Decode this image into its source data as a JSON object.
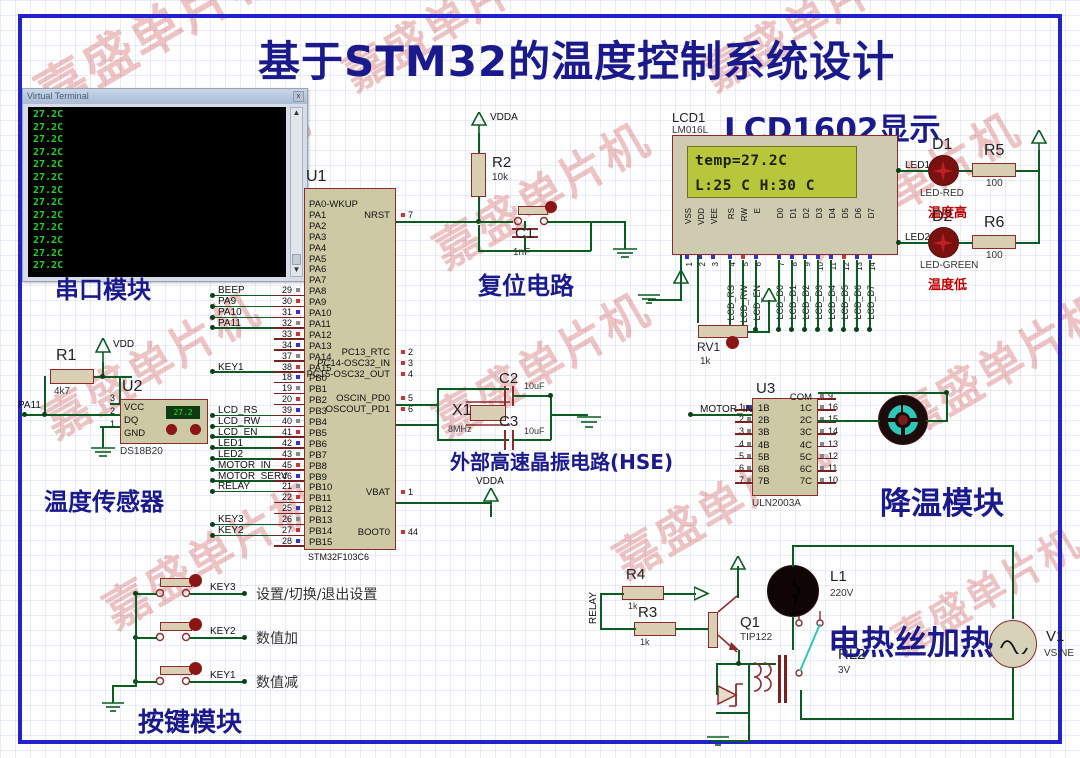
{
  "page": {
    "title": "基于STM32的温度控制系统设计",
    "border_color": "#2222cc",
    "watermark_text": "嘉盛单片机"
  },
  "virtual_terminal": {
    "window_title": "Virtual Terminal",
    "close_label": "x",
    "lines": [
      "27.2C",
      "27.2C",
      "27.2C",
      "27.2C",
      "27.2C",
      "27.2C",
      "27.2C",
      "27.2C",
      "27.2C",
      "27.2C",
      "27.2C",
      "27.2C",
      "27.2C"
    ],
    "module_label": "串口模块"
  },
  "lcd": {
    "ref": "LCD1",
    "part": "LM016L",
    "heading": "LCD1602显示",
    "line1": "temp=27.2C",
    "line2": "L:25 C   H:30 C",
    "power_pins": [
      "VSS",
      "VDD",
      "VEE"
    ],
    "ctrl_pins": [
      "RS",
      "RW",
      "E"
    ],
    "data_pins": [
      "D0",
      "D1",
      "D2",
      "D3",
      "D4",
      "D5",
      "D6",
      "D7"
    ],
    "pin_numbers": [
      "1",
      "2",
      "3",
      "4",
      "5",
      "6",
      "7",
      "8",
      "9",
      "10",
      "11",
      "12",
      "13",
      "14"
    ],
    "nets": [
      "LCD_RS",
      "LCD_RW",
      "LCD_EN",
      "LCD_D0",
      "LCD_D1",
      "LCD_D2",
      "LCD_D3",
      "LCD_D4",
      "LCD_D5",
      "LCD_D6",
      "LCD_D7"
    ],
    "contrast_pot": {
      "ref": "RV1",
      "value": "1k"
    }
  },
  "mcu": {
    "ref": "U1",
    "part": "STM32F103C6",
    "left_pins": [
      {
        "name": "PA0-WKUP",
        "num": "",
        "net": ""
      },
      {
        "name": "PA1",
        "num": "",
        "net": ""
      },
      {
        "name": "PA2",
        "num": "",
        "net": ""
      },
      {
        "name": "PA3",
        "num": "",
        "net": ""
      },
      {
        "name": "PA4",
        "num": "",
        "net": ""
      },
      {
        "name": "PA5",
        "num": "",
        "net": ""
      },
      {
        "name": "PA6",
        "num": "",
        "net": ""
      },
      {
        "name": "PA7",
        "num": "",
        "net": ""
      },
      {
        "name": "PA8",
        "num": "29",
        "net": "BEEP"
      },
      {
        "name": "PA9",
        "num": "30",
        "net": "PA9"
      },
      {
        "name": "PA10",
        "num": "31",
        "net": "PA10"
      },
      {
        "name": "PA11",
        "num": "32",
        "net": "PA11"
      },
      {
        "name": "PA12",
        "num": "33",
        "net": ""
      },
      {
        "name": "PA13",
        "num": "34",
        "net": ""
      },
      {
        "name": "PA14",
        "num": "37",
        "net": ""
      },
      {
        "name": "PA15",
        "num": "38",
        "net": "KEY1"
      },
      {
        "name": "PB0",
        "num": "18",
        "net": ""
      },
      {
        "name": "PB1",
        "num": "19",
        "net": ""
      },
      {
        "name": "PB2",
        "num": "20",
        "net": ""
      },
      {
        "name": "PB3",
        "num": "39",
        "net": "LCD_RS"
      },
      {
        "name": "PB4",
        "num": "40",
        "net": "LCD_RW"
      },
      {
        "name": "PB5",
        "num": "41",
        "net": "LCD_EN"
      },
      {
        "name": "PB6",
        "num": "42",
        "net": "LED1"
      },
      {
        "name": "PB7",
        "num": "43",
        "net": "LED2"
      },
      {
        "name": "PB8",
        "num": "45",
        "net": "MOTOR_IN"
      },
      {
        "name": "PB9",
        "num": "46",
        "net": "MOTOR_SERV"
      },
      {
        "name": "PB10",
        "num": "21",
        "net": "RELAY"
      },
      {
        "name": "PB11",
        "num": "22",
        "net": ""
      },
      {
        "name": "PB12",
        "num": "25",
        "net": ""
      },
      {
        "name": "PB13",
        "num": "26",
        "net": "KEY3"
      },
      {
        "name": "PB14",
        "num": "27",
        "net": "KEY2"
      },
      {
        "name": "PB15",
        "num": "28",
        "net": ""
      }
    ],
    "right_pins": [
      {
        "name": "NRST",
        "num": "7"
      },
      {
        "name": "PC13_RTC",
        "num": "2"
      },
      {
        "name": "PC14-OSC32_IN",
        "num": "3"
      },
      {
        "name": "PC15-OSC32_OUT",
        "num": "4"
      },
      {
        "name": "OSCIN_PD0",
        "num": "5"
      },
      {
        "name": "OSCOUT_PD1",
        "num": "6"
      },
      {
        "name": "VBAT",
        "num": "1"
      },
      {
        "name": "BOOT0",
        "num": "44"
      }
    ]
  },
  "reset_circuit": {
    "module_label": "复位电路",
    "resistor": {
      "ref": "R2",
      "value": "10k"
    },
    "capacitor": {
      "ref": "C1",
      "value": "1nF"
    },
    "rail": "VDDA"
  },
  "hse_circuit": {
    "module_label": "外部高速晶振电路(HSE)",
    "crystal": {
      "ref": "X1",
      "value": "8MHz"
    },
    "cap_top": {
      "ref": "C2",
      "value": "10uF"
    },
    "cap_bottom": {
      "ref": "C3",
      "value": "10uF"
    },
    "rail": "VDDA"
  },
  "temp_sensor": {
    "module_label": "温度传感器",
    "ref": "U2",
    "part": "DS18B20",
    "reading": "27.2",
    "pins": [
      {
        "num": "3",
        "name": "VCC"
      },
      {
        "num": "2",
        "name": "DQ"
      },
      {
        "num": "1",
        "name": "GND"
      }
    ],
    "pullup": {
      "ref": "R1",
      "value": "4k7"
    },
    "rail": "VDD",
    "signal_net": "PA11"
  },
  "led_indicators": [
    {
      "ref": "D1",
      "part": "LED-RED",
      "net": "LED1",
      "resistor": {
        "ref": "R5",
        "value": "100"
      },
      "caption": "温度高"
    },
    {
      "ref": "D2",
      "part": "LED-GREEN",
      "net": "LED2",
      "resistor": {
        "ref": "R6",
        "value": "100"
      },
      "caption": "温度低"
    }
  ],
  "cooling_module": {
    "module_label": "降温模块",
    "ref": "U3",
    "part": "ULN2003A",
    "input_net": "MOTOR_IN",
    "left_pins": [
      {
        "num": "1",
        "name": "1B"
      },
      {
        "num": "2",
        "name": "2B"
      },
      {
        "num": "3",
        "name": "3B"
      },
      {
        "num": "4",
        "name": "4B"
      },
      {
        "num": "5",
        "name": "5B"
      },
      {
        "num": "6",
        "name": "6B"
      },
      {
        "num": "7",
        "name": "7B"
      }
    ],
    "right_pins": [
      {
        "num": "9",
        "name": "COM"
      },
      {
        "num": "16",
        "name": "1C"
      },
      {
        "num": "15",
        "name": "2C"
      },
      {
        "num": "14",
        "name": "3C"
      },
      {
        "num": "13",
        "name": "4C"
      },
      {
        "num": "12",
        "name": "5C"
      },
      {
        "num": "11",
        "name": "6C"
      },
      {
        "num": "10",
        "name": "7C"
      }
    ]
  },
  "heater_module": {
    "module_label": "电热丝加热",
    "drive_net": "RELAY",
    "resistors": [
      {
        "ref": "R4",
        "value": "1k"
      },
      {
        "ref": "R3",
        "value": "1k"
      }
    ],
    "transistor": {
      "ref": "Q1",
      "part": "TIP122"
    },
    "relay": {
      "ref": "RL2",
      "value": "3V"
    },
    "lamp": {
      "ref": "L1",
      "value": "220V"
    },
    "source": {
      "ref": "V1",
      "part": "VSINE"
    }
  },
  "key_module": {
    "module_label": "按键模块",
    "keys": [
      {
        "net": "KEY3",
        "desc": "设置/切换/退出设置"
      },
      {
        "net": "KEY2",
        "desc": "数值加"
      },
      {
        "net": "KEY1",
        "desc": "数值减"
      }
    ]
  }
}
